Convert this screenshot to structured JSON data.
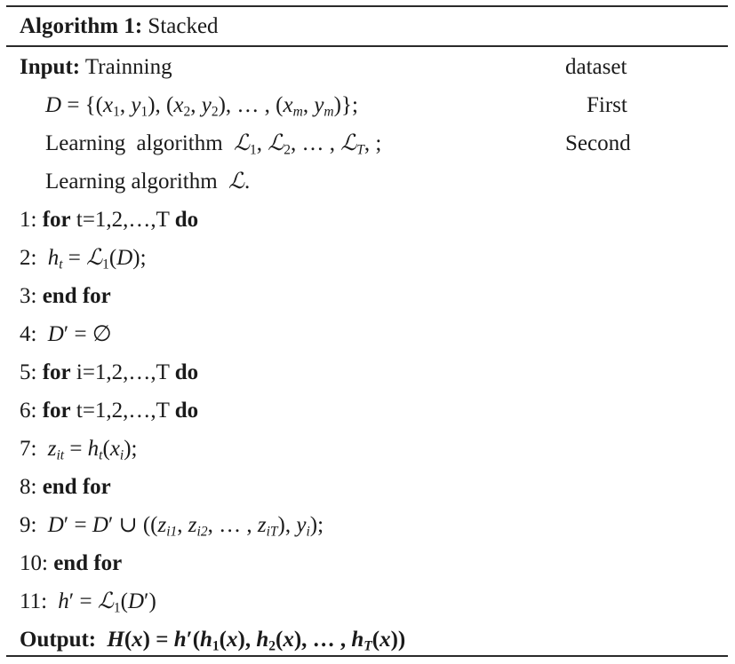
{
  "algorithm": {
    "label": "Algorithm 1:",
    "name": "Stacked"
  },
  "input": {
    "label": "Input:",
    "text": "Trainning",
    "right_1": "dataset",
    "right_2": "First",
    "right_3": "Second",
    "line_1": "D = {(x₁, y₁), (x₂, y₂), …, (xₘ, yₘ)};",
    "line_2": "Learning algorithm ℒ₁, ℒ₂, …, ℒ_T, ;",
    "line_3": "Learning algorithm ℒ."
  },
  "steps": [
    {
      "num": "1:",
      "text": "for t=1,2,…,T do"
    },
    {
      "num": "2:",
      "text": "h_t = ℒ₁(D);"
    },
    {
      "num": "3:",
      "text": "end for"
    },
    {
      "num": "4:",
      "text": "D′ = ∅"
    },
    {
      "num": "5:",
      "text": "for i=1,2,…,T do"
    },
    {
      "num": "6:",
      "text": "for t=1,2,…,T do"
    },
    {
      "num": "7:",
      "text": "z_it = h_t(x_i);"
    },
    {
      "num": "8:",
      "text": "end for"
    },
    {
      "num": "9:",
      "text": "D′ = D′ ∪ ((z_i1, z_i2, …, z_iT), y_i);"
    },
    {
      "num": "10:",
      "text": "end for"
    },
    {
      "num": "11:",
      "text": "h′ = ℒ₁(D′)"
    }
  ],
  "keywords": {
    "for": "for",
    "do": "do",
    "end_for": "end for",
    "loop_t": "t=1,2,…,T",
    "loop_i": "i=1,2,…,T"
  },
  "output": {
    "label": "Output:",
    "text": "H(x) = h′(h₁(x), h₂(x), …, h_T(x))"
  }
}
